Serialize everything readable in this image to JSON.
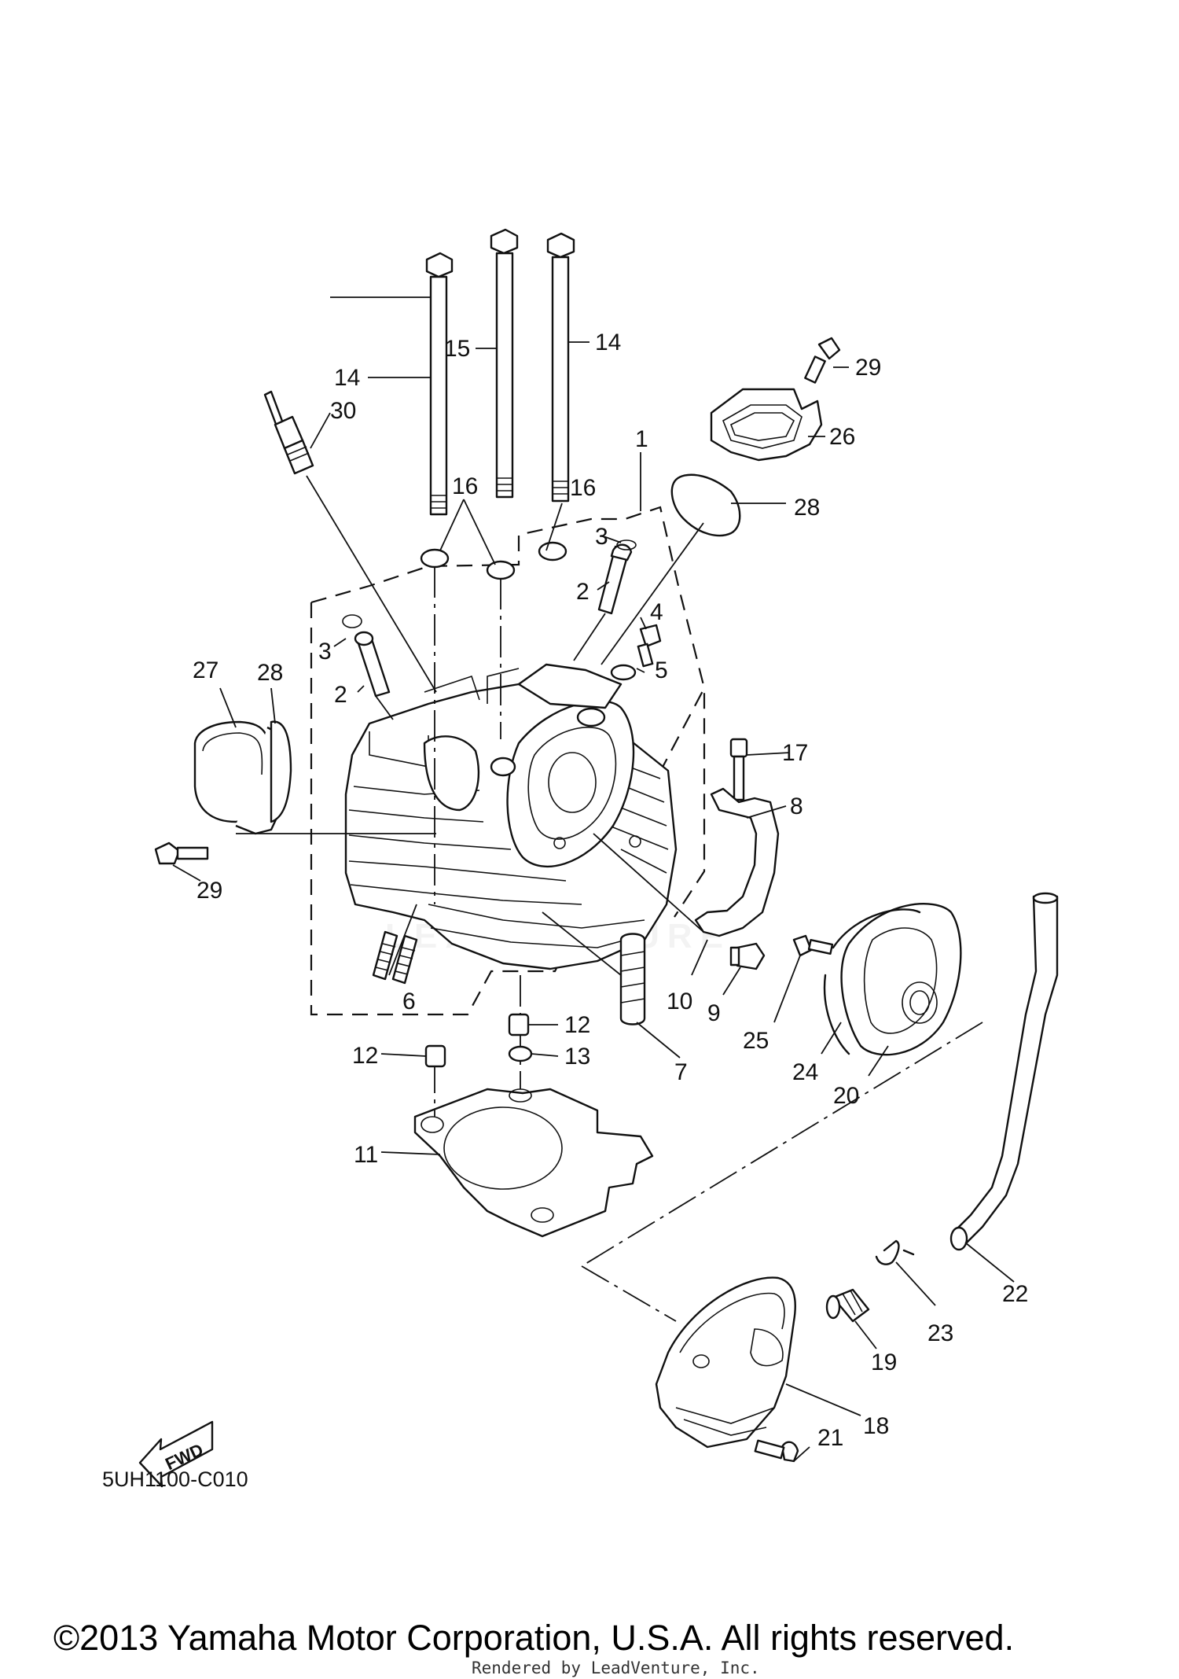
{
  "diagram": {
    "drawing_code": "5UH1100-C010",
    "fwd_label": "FWD",
    "watermark": "LEADVENTURE",
    "copyright": "©2013 Yamaha Motor Corporation, U.S.A. All rights reserved.",
    "rendered_by": "Rendered by LeadVenture, Inc.",
    "callouts": [
      {
        "id": "c1",
        "label": "1"
      },
      {
        "id": "c2a",
        "label": "2"
      },
      {
        "id": "c2b",
        "label": "2"
      },
      {
        "id": "c3a",
        "label": "3"
      },
      {
        "id": "c3b",
        "label": "3"
      },
      {
        "id": "c4",
        "label": "4"
      },
      {
        "id": "c5",
        "label": "5"
      },
      {
        "id": "c6",
        "label": "6"
      },
      {
        "id": "c7",
        "label": "7"
      },
      {
        "id": "c8",
        "label": "8"
      },
      {
        "id": "c9",
        "label": "9"
      },
      {
        "id": "c10",
        "label": "10"
      },
      {
        "id": "c11",
        "label": "11"
      },
      {
        "id": "c12a",
        "label": "12"
      },
      {
        "id": "c12b",
        "label": "12"
      },
      {
        "id": "c13",
        "label": "13"
      },
      {
        "id": "c14a",
        "label": "14"
      },
      {
        "id": "c14b",
        "label": "14"
      },
      {
        "id": "c15",
        "label": "15"
      },
      {
        "id": "c16a",
        "label": "16"
      },
      {
        "id": "c16b",
        "label": "16"
      },
      {
        "id": "c17",
        "label": "17"
      },
      {
        "id": "c18",
        "label": "18"
      },
      {
        "id": "c19",
        "label": "19"
      },
      {
        "id": "c20",
        "label": "20"
      },
      {
        "id": "c21",
        "label": "21"
      },
      {
        "id": "c22",
        "label": "22"
      },
      {
        "id": "c23",
        "label": "23"
      },
      {
        "id": "c24",
        "label": "24"
      },
      {
        "id": "c25",
        "label": "25"
      },
      {
        "id": "c26",
        "label": "26"
      },
      {
        "id": "c27",
        "label": "27"
      },
      {
        "id": "c28a",
        "label": "28"
      },
      {
        "id": "c28b",
        "label": "28"
      },
      {
        "id": "c29a",
        "label": "29"
      },
      {
        "id": "c29b",
        "label": "29"
      },
      {
        "id": "c30",
        "label": "30"
      }
    ]
  }
}
